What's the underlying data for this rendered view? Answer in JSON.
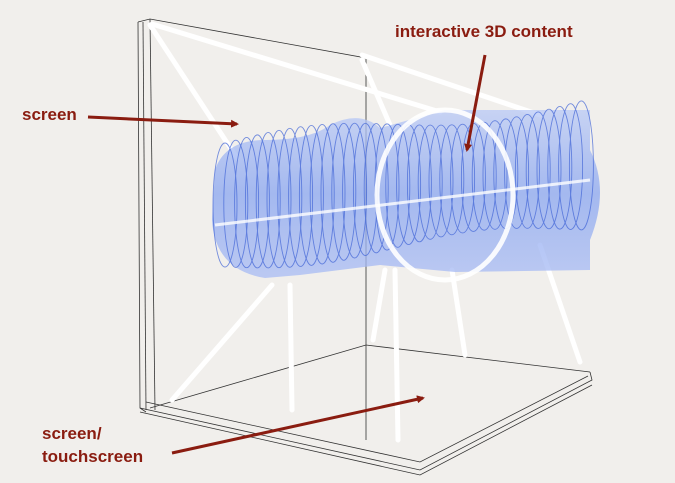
{
  "labels": {
    "content": "interactive 3D content",
    "screen": "screen",
    "touchscreen_line1": "screen/",
    "touchscreen_line2": "touchscreen"
  },
  "colors": {
    "background": "#f1efec",
    "annotation": "#8a1c10",
    "model": "#7d9ef0"
  }
}
